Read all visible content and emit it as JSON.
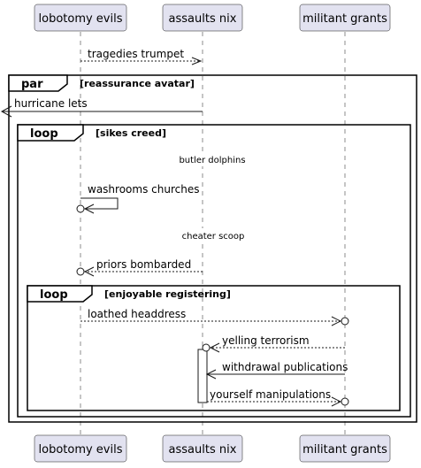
{
  "participants": [
    {
      "name": "lobotomy evils"
    },
    {
      "name": "assaults nix"
    },
    {
      "name": "militant grants"
    }
  ],
  "messages": {
    "m1": "tragedies trumpet",
    "m2": "hurricane lets",
    "m3": "washrooms churches",
    "m4": "priors bombarded",
    "m5": "loathed headdress",
    "m6": "yelling terrorism",
    "m7": "withdrawal publications",
    "m8": "yourself manipulations"
  },
  "dividers": {
    "d1": "butler dolphins",
    "d2": "cheater scoop"
  },
  "frames": {
    "par": {
      "label": "par",
      "guard": "[reassurance avatar]"
    },
    "loop1": {
      "label": "loop",
      "guard": "[sikes creed]"
    },
    "loop2": {
      "label": "loop",
      "guard": "[enjoyable registering]"
    }
  }
}
